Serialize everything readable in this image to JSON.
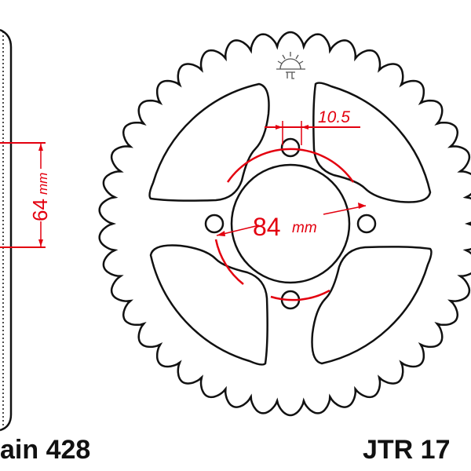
{
  "colors": {
    "outline": "#111111",
    "dimension": "#e3000f",
    "background": "#ffffff"
  },
  "side_view": {
    "dimension_value": "64",
    "dimension_unit": "mm"
  },
  "front_view": {
    "hole_width_value": "10.5",
    "bolt_circle_value": "84",
    "bolt_circle_unit": "mm",
    "bolt_holes": 4,
    "logo": "JT sun logo"
  },
  "labels": {
    "chain": "ain 428",
    "part_number": "JTR 17"
  }
}
